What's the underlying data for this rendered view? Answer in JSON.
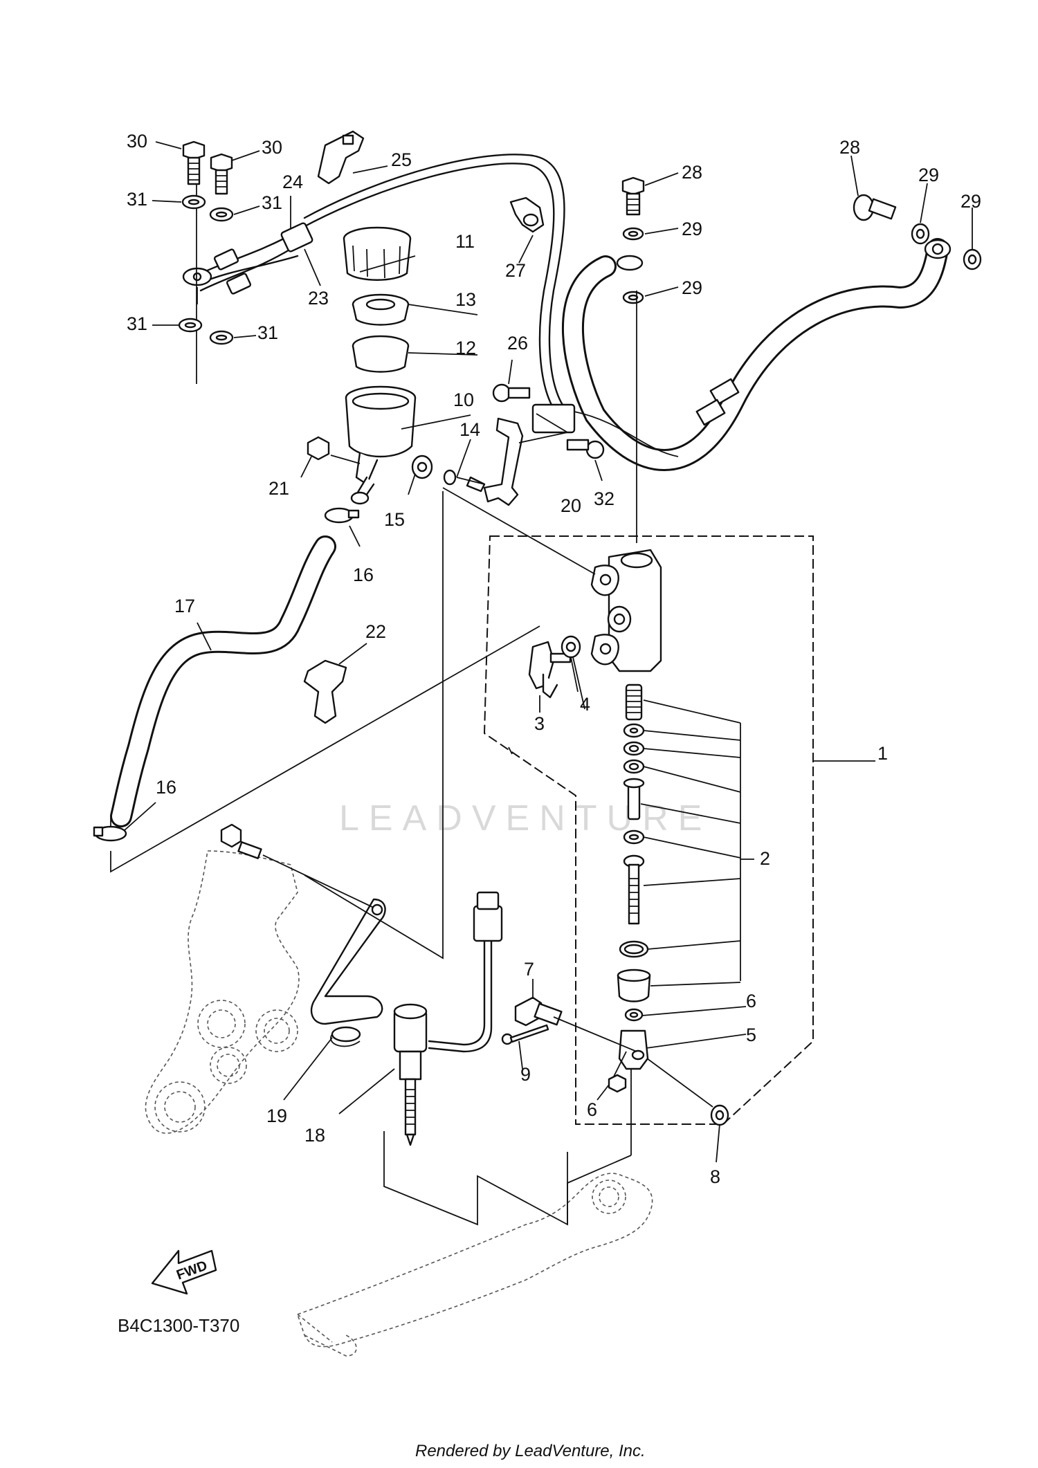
{
  "diagram": {
    "code": "B4C1300-T370",
    "rendered_by": "Rendered by LeadVenture, Inc.",
    "watermark": "LEADVENTURE",
    "direction_label": "FWD"
  },
  "callouts": {
    "c1": "1",
    "c2": "2",
    "c3": "3",
    "c4": "4",
    "c5": "5",
    "c6a": "6",
    "c6b": "6",
    "c7": "7",
    "c8": "8",
    "c9": "9",
    "c10": "10",
    "c11": "11",
    "c12": "12",
    "c13": "13",
    "c14": "14",
    "c15": "15",
    "c16a": "16",
    "c16b": "16",
    "c17": "17",
    "c18": "18",
    "c19": "19",
    "c20": "20",
    "c21": "21",
    "c22": "22",
    "c23": "23",
    "c24": "24",
    "c25": "25",
    "c26": "26",
    "c27": "27",
    "c28": "28",
    "c28b": "28",
    "c29a": "29",
    "c29b": "29",
    "c29c": "29",
    "c29d": "29",
    "c30a": "30",
    "c30b": "30",
    "c31a": "31",
    "c31b": "31",
    "c31c": "31",
    "c31d": "31",
    "c32": "32"
  }
}
